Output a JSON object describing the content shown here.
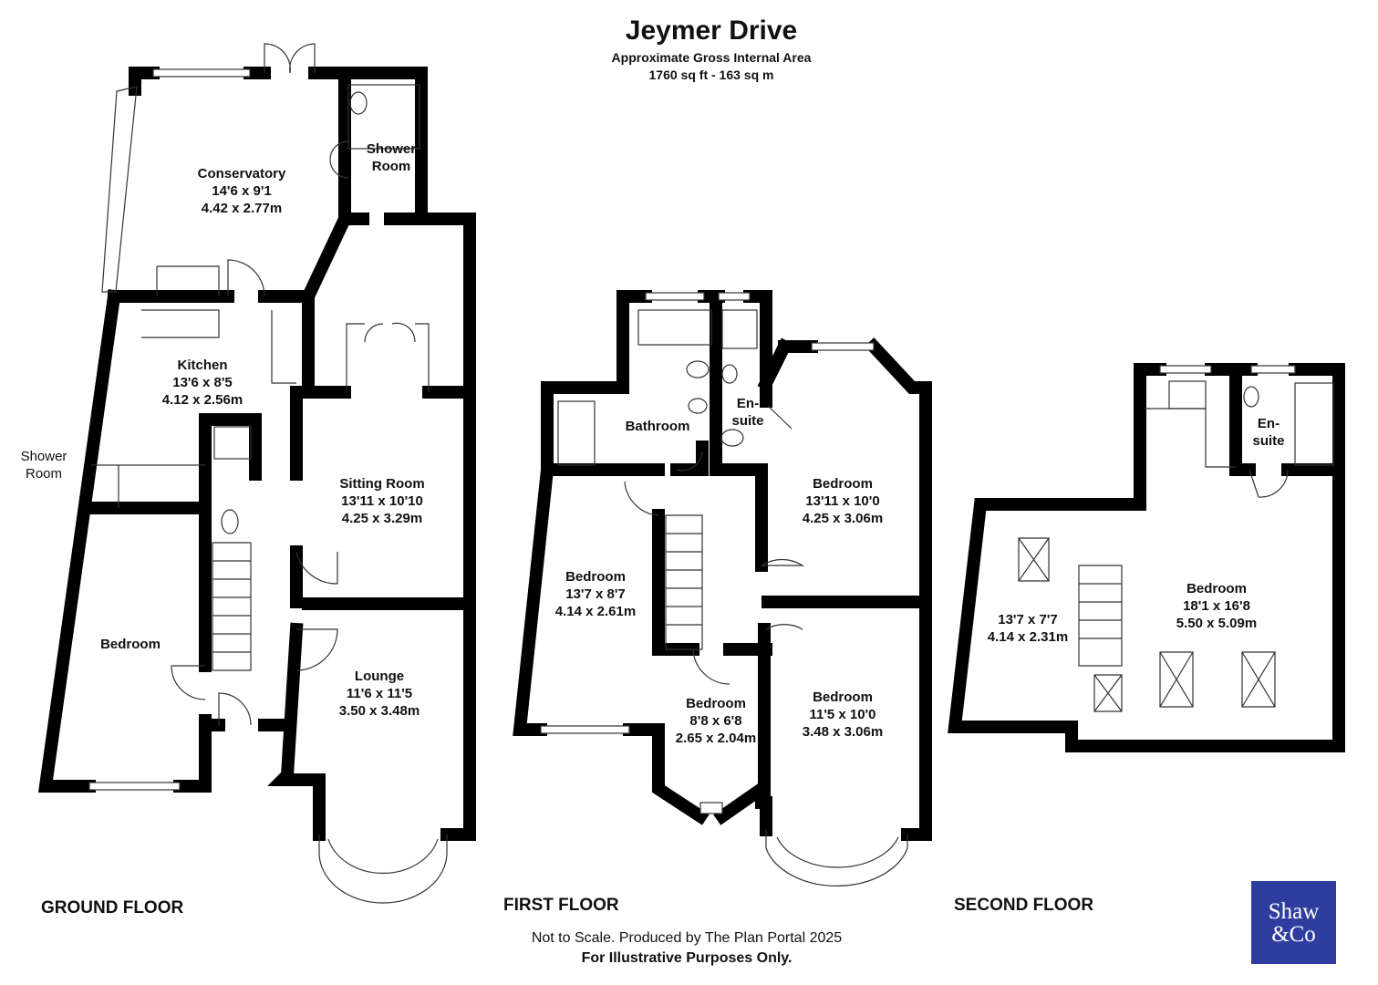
{
  "header": {
    "title": "Jeymer Drive",
    "subtitle": "Approximate Gross Internal Area",
    "area": "1760 sq ft - 163 sq m"
  },
  "floors": {
    "ground": "GROUND FLOOR",
    "first": "FIRST FLOOR",
    "second": "SECOND FLOOR"
  },
  "rooms": {
    "conservatory": {
      "name": "Conservatory",
      "imperial": "14'6 x 9'1",
      "metric": "4.42 x 2.77m"
    },
    "shower_room_top": {
      "name": "Shower",
      "name2": "Room"
    },
    "kitchen": {
      "name": "Kitchen",
      "imperial": "13'6 x 8'5",
      "metric": "4.12 x 2.56m"
    },
    "shower_room_side": {
      "name": "Shower",
      "name2": "Room"
    },
    "sitting_room": {
      "name": "Sitting Room",
      "imperial": "13'11 x 10'10",
      "metric": "4.25 x 3.29m"
    },
    "ground_bedroom": {
      "name": "Bedroom"
    },
    "lounge": {
      "name": "Lounge",
      "imperial": "11'6 x 11'5",
      "metric": "3.50 x 3.48m"
    },
    "bathroom": {
      "name": "Bathroom"
    },
    "ensuite_first": {
      "name": "En-",
      "name2": "suite"
    },
    "bedroom_first_front_right": {
      "name": "Bedroom",
      "imperial": "13'11 x 10'0",
      "metric": "4.25 x 3.06m"
    },
    "bedroom_first_left": {
      "name": "Bedroom",
      "imperial": "13'7 x 8'7",
      "metric": "4.14 x 2.61m"
    },
    "bedroom_first_small": {
      "name": "Bedroom",
      "imperial": "8'8 x 6'8",
      "metric": "2.65 x 2.04m"
    },
    "bedroom_first_front": {
      "name": "Bedroom",
      "imperial": "11'5 x 10'0",
      "metric": "3.48 x 3.06m"
    },
    "ensuite_second": {
      "name": "En-",
      "name2": "suite"
    },
    "bedroom_second": {
      "name": "Bedroom",
      "imperial": "18'1 x 16'8",
      "metric": "5.50 x 5.09m"
    },
    "eaves_second": {
      "imperial": "13'7 x 7'7",
      "metric": "4.14 x 2.31m"
    }
  },
  "footer": {
    "line1": "Not to Scale. Produced by The Plan Portal 2025",
    "line2": "For Illustrative Purposes Only."
  },
  "logo": {
    "line1": "Shaw",
    "line2": "&Co",
    "color": "#2f3e9e"
  }
}
